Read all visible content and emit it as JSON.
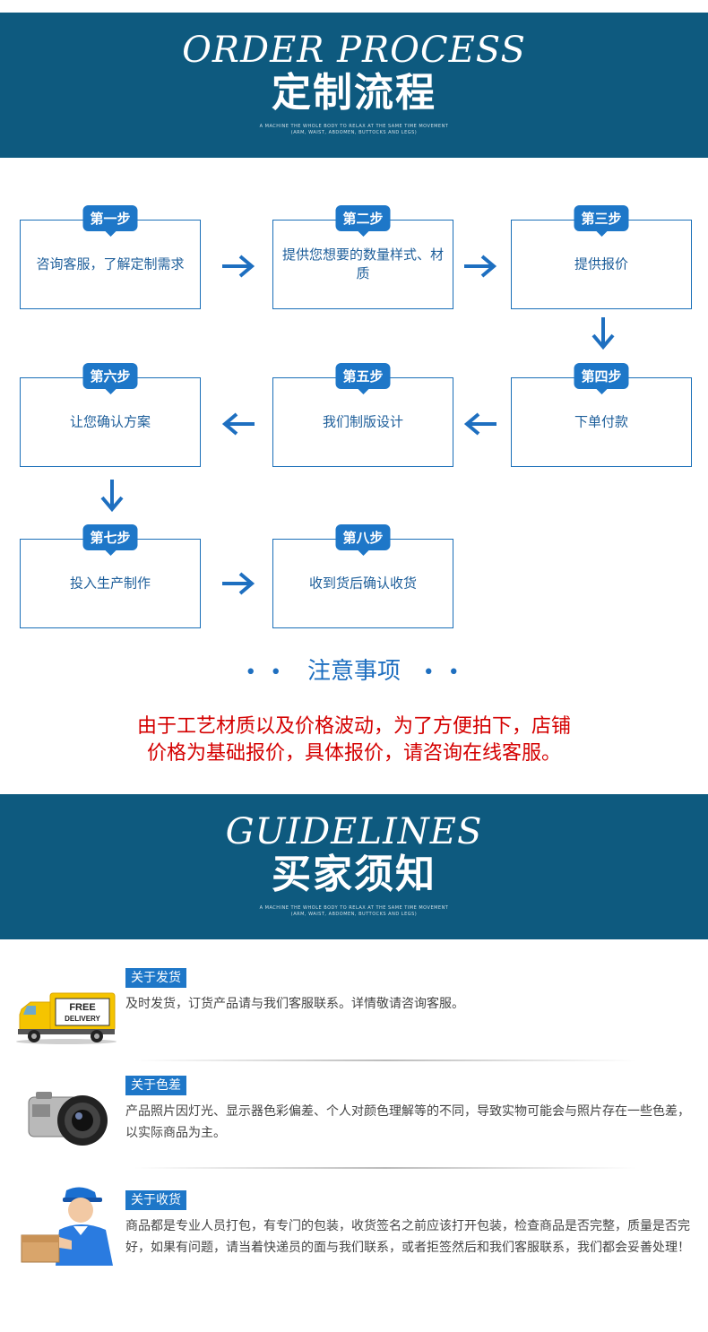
{
  "banner1": {
    "en": "ORDER PROCESS",
    "cn": "定制流程",
    "tiny1": "A MACHINE THE WHOLE BODY TO RELAX AT THE SAME TIME MOVEMENT",
    "tiny2": "(ARM, WAIST, ABDOMEN, BUTTOCKS AND LEGS)"
  },
  "steps": [
    {
      "badge": "第一步",
      "text": "咨询客服，了解定制需求"
    },
    {
      "badge": "第二步",
      "text": "提供您想要的数量样式、材质"
    },
    {
      "badge": "第三步",
      "text": "提供报价"
    },
    {
      "badge": "第四步",
      "text": "下单付款"
    },
    {
      "badge": "第五步",
      "text": "我们制版设计"
    },
    {
      "badge": "第六步",
      "text": "让您确认方案"
    },
    {
      "badge": "第七步",
      "text": "投入生产制作"
    },
    {
      "badge": "第八步",
      "text": "收到货后确认收货"
    }
  ],
  "arrows": {
    "right": "➔",
    "left": "⇦",
    "down": "⇩"
  },
  "notice": {
    "dots": "• •",
    "title": "注意事项",
    "line1": "由于工艺材质以及价格波动，为了方便拍下，店铺",
    "line2": "价格为基础报价，具体报价，请咨询在线客服。"
  },
  "banner2": {
    "en": "GUIDELINES",
    "cn": "买家须知",
    "tiny1": "A MACHINE THE WHOLE BODY TO RELAX AT THE SAME TIME MOVEMENT",
    "tiny2": "(ARM, WAIST, ABDOMEN, BUTTOCKS AND LEGS)"
  },
  "guidelines": [
    {
      "tag": "关于发货",
      "desc": "及时发货，订货产品请与我们客服联系。详情敬请咨询客服。"
    },
    {
      "tag": "关于色差",
      "desc": "产品照片因灯光、显示器色彩偏差、个人对颜色理解等的不同，导致实物可能会与照片存在一些色差，以实际商品为主。"
    },
    {
      "tag": "关于收货",
      "desc": "商品都是专业人员打包，有专门的包装，收货签名之前应该打开包装，检查商品是否完整，质量是否完好，如果有问题，请当着快递员的面与我们联系，或者拒签然后和我们客服联系，我们都会妥善处理！"
    }
  ],
  "truck": {
    "line1": "FREE",
    "line2": "DELIVERY"
  },
  "colors": {
    "banner": "#0e5a7f",
    "accent": "#1e77c8",
    "notice": "#d40000"
  }
}
